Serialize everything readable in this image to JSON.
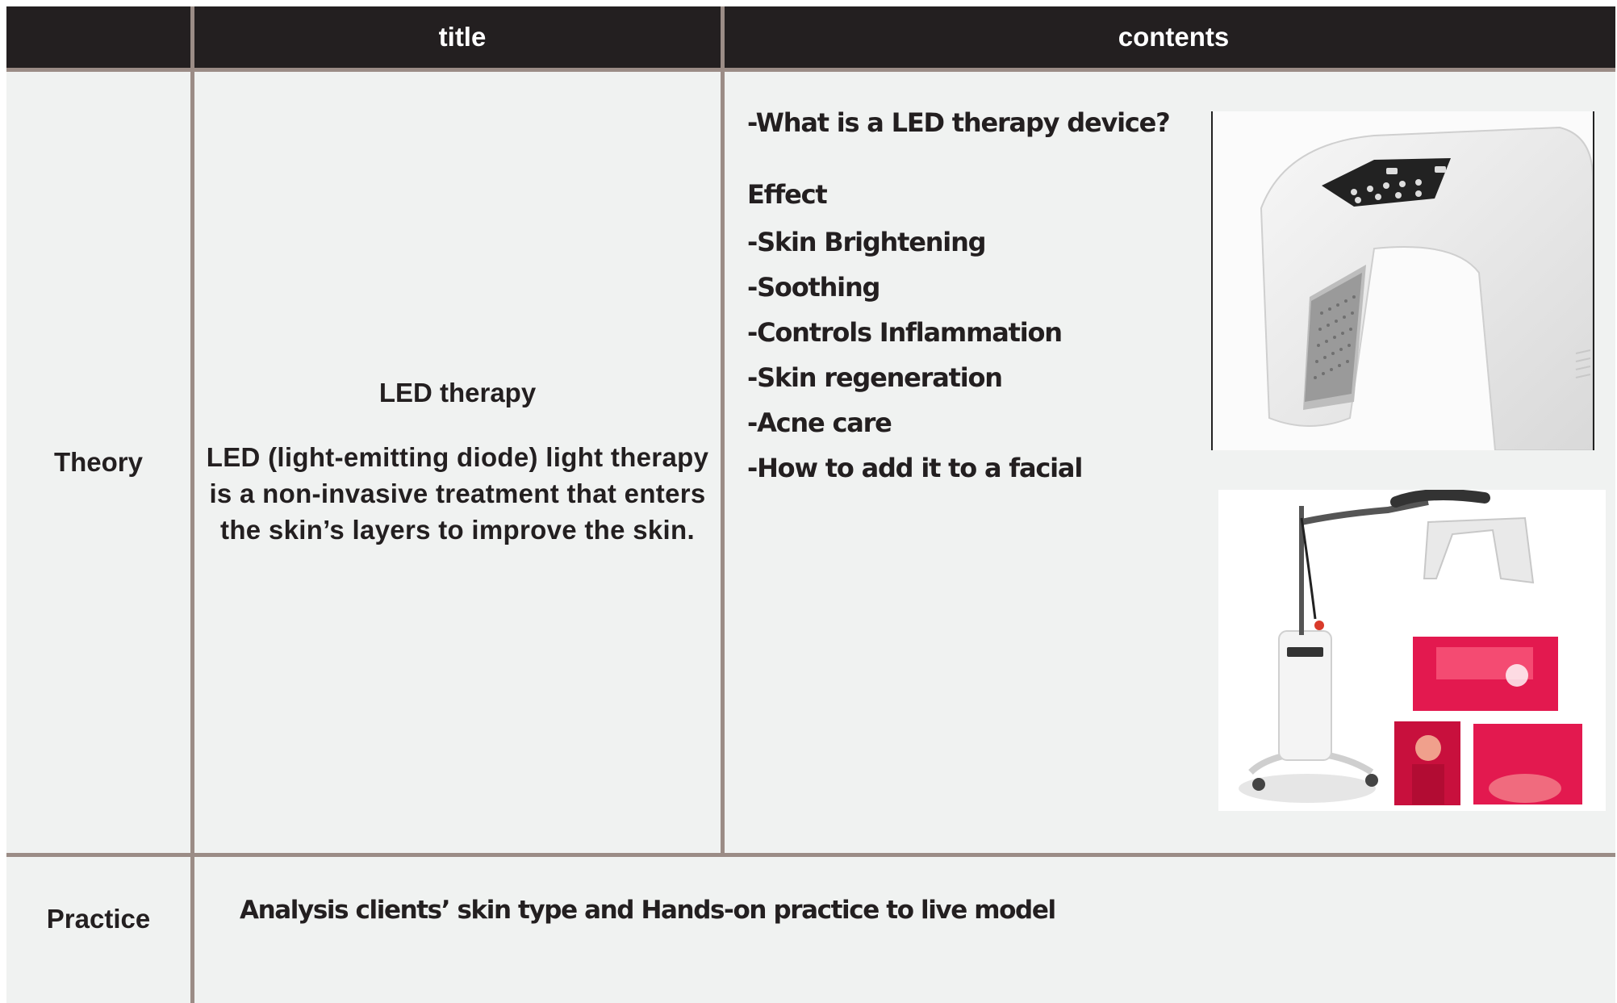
{
  "header": {
    "col_title": "title",
    "col_contents": "contents"
  },
  "theory": {
    "label": "Theory",
    "title_name": "LED therapy",
    "title_desc_lines": [
      "LED (light-emitting diode) light therapy",
      "is a non-invasive treatment that enters",
      "the skin’s layers to improve the skin."
    ],
    "question": "-What is a LED therapy device?",
    "effect_heading": "Effect",
    "effect_items": [
      "-Skin Brightening",
      "-Soothing",
      "-Controls Inflammation",
      "-Skin regeneration",
      "-Acne care",
      "-How to add it to a facial"
    ],
    "image1_alt": "LED therapy mask device",
    "image2_alt": "LED therapy stand device"
  },
  "practice": {
    "label": "Practice",
    "text": "Analysis clients’ skin type and Hands-on practice to live model"
  },
  "colors": {
    "header_bg": "#231f20",
    "cell_bg": "#f0f2f1",
    "border": "#9b8c86",
    "led_red": "#e3194f"
  }
}
